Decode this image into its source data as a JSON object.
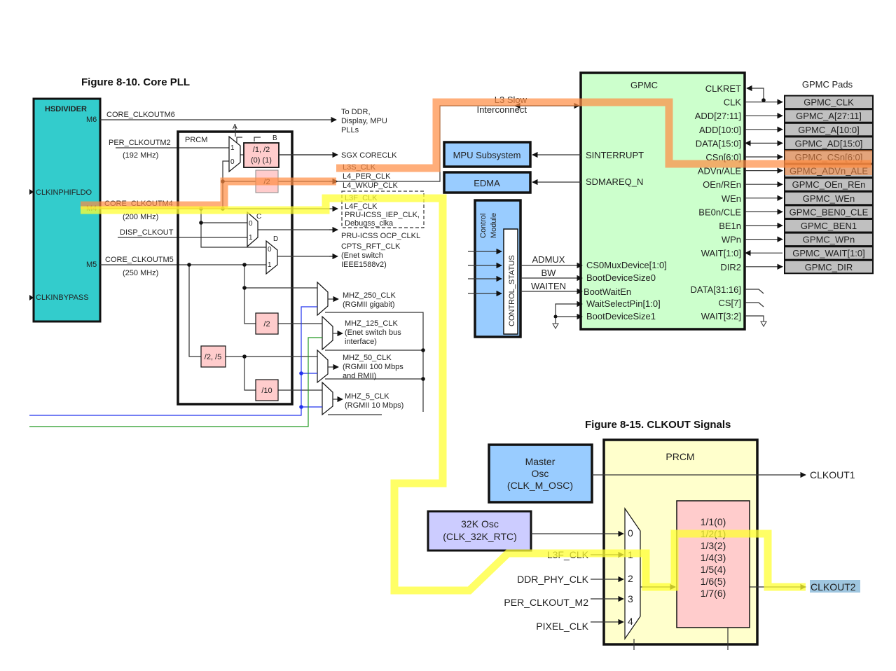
{
  "figures": {
    "core_pll": {
      "title": "Figure 8-10. Core PLL",
      "hsdivider": {
        "name": "HSDIVIDER",
        "ports": {
          "m6": "M6",
          "m4": "M4",
          "m5": "M5",
          "clkinphifldo": "CLKINPHIFLDO",
          "clkinbypass": "CLKINBYPASS"
        }
      },
      "signals": {
        "core_clkoutm6": "CORE_CLKOUTM6",
        "per_clkoutm2": "PER_CLKOUTM2",
        "per_clkoutm2_freq": "(192 MHz)",
        "core_clkoutm4": "CORE_CLKOUTM4",
        "core_clkoutm4_freq": "(200 MHz)",
        "disp_clkout": "DISP_CLKOUT",
        "core_clkoutm5": "CORE_CLKOUTM5",
        "core_clkoutm5_freq": "(250 MHz)"
      },
      "prcm": {
        "name": "PRCM",
        "mux_labels": {
          "a": "A",
          "b": "B",
          "c": "C",
          "d": "D"
        },
        "mux_inputs": {
          "one": "1",
          "zero": "0"
        },
        "dividers": {
          "div12_line1": "/1, /2",
          "div12_line2": "(0) (1)",
          "div2_top": "/2",
          "div2_mid": "/2",
          "div25": "/2, /5",
          "div10": "/10"
        }
      },
      "outputs": {
        "to_ddr": [
          "To DDR,",
          "Display, MPU",
          "PLLs"
        ],
        "sgx": "SGX CORECLK",
        "l3s": "L3S_CLK",
        "l4_per": "L4_PER_CLK",
        "l4_wkup": "L4_WKUP_CLK",
        "l3f": "L3F_CLK",
        "l4f": "L4F_CLK",
        "pru_iep": "PRU-ICSS_IEP_CLK,",
        "debugss": "Debugss_clka",
        "pru_ocp": "PRU-ICSS OCP_CLKL",
        "cpts": [
          "CPTS_RFT_CLK",
          "(Enet switch",
          "IEEE1588v2)"
        ],
        "mhz250": [
          "MHZ_250_CLK",
          "(RGMII gigabit)"
        ],
        "mhz125": [
          "MHZ_125_CLK",
          "(Enet switch bus",
          "interface)"
        ],
        "mhz50": [
          "MHZ_50_CLK",
          "(RGMII 100 Mbps",
          "and RMII)"
        ],
        "mhz5": [
          "MHZ_5_CLK",
          "(RGMII 10 Mbps)"
        ]
      }
    },
    "gpmc": {
      "block_name": "GPMC",
      "interconnect": [
        "L3 Slow",
        "Interconnect"
      ],
      "mpu": "MPU Subsystem",
      "edma": "EDMA",
      "control_module": [
        "Control",
        "Module"
      ],
      "control_status": "CONTROL_STATUS",
      "left_ports": {
        "sinterrupt": "SINTERRUPT",
        "sdmareq": "SDMAREQ_N",
        "cs0mux": "CS0MuxDevice[1:0]",
        "bootsize0": "BootDeviceSize0",
        "bootwait": "BootWaitEn",
        "waitsel": "WaitSelectPin[1:0]",
        "bootsize1": "BootDeviceSize1"
      },
      "control_signals": [
        "ADMUX",
        "BW",
        "WAITEN"
      ],
      "right_ports": [
        "CLKRET",
        "CLK",
        "ADD[27:11]",
        "ADD[10:0]",
        "DATA[15:0]",
        "CSn[6:0]",
        "ADVn/ALE",
        "OEn/REn",
        "WEn",
        "BE0n/CLE",
        "BE1n",
        "WPn",
        "WAIT[1:0]",
        "DIR2"
      ],
      "unused_ports": [
        "DATA[31:16]",
        "CS[7]",
        "WAIT[3:2]"
      ],
      "pads_title": "GPMC Pads",
      "pads": [
        "GPMC_CLK",
        "GPMC_A[27:11]",
        "GPMC_A[10:0]",
        "GPMC_AD[15:0]",
        "GPMC_CSn[6:0]",
        "GPMC_ADVn_ALE",
        "GPMC_OEn_REn",
        "GPMC_WEn",
        "GPMC_BEN0_CLE",
        "GPMC_BEN1",
        "GPMC_WPn",
        "GPMC_WAIT[1:0]",
        "GPMC_DIR"
      ]
    },
    "clkout": {
      "title": "Figure 8-15. CLKOUT Signals",
      "prcm": "PRCM",
      "master_osc": [
        "Master",
        "Osc",
        "(CLK_M_OSC)"
      ],
      "osc32k": [
        "32K Osc",
        "(CLK_32K_RTC)"
      ],
      "mux_inputs": [
        "L3F_CLK",
        "DDR_PHY_CLK",
        "PER_CLKOUT_M2",
        "PIXEL_CLK"
      ],
      "mux_indices": [
        "0",
        "1",
        "2",
        "3",
        "4"
      ],
      "dividers": [
        "1/1(0)",
        "1/2(1)",
        "1/3(2)",
        "1/4(3)",
        "1/5(4)",
        "1/6(5)",
        "1/7(6)"
      ],
      "clkout1": "CLKOUT1",
      "clkout2": "CLKOUT2"
    }
  },
  "colors": {
    "hsdivider": "#33cccc",
    "gpmc": "#ccffcc",
    "blue_block": "#99ccff",
    "osc32k": "#ccccff",
    "pad": "#c0c0c0",
    "divider": "#ffcccc",
    "prcm_clkout": "#ffffcc",
    "highlight_yellow": "#ffff33",
    "highlight_orange": "#ff8c42"
  }
}
